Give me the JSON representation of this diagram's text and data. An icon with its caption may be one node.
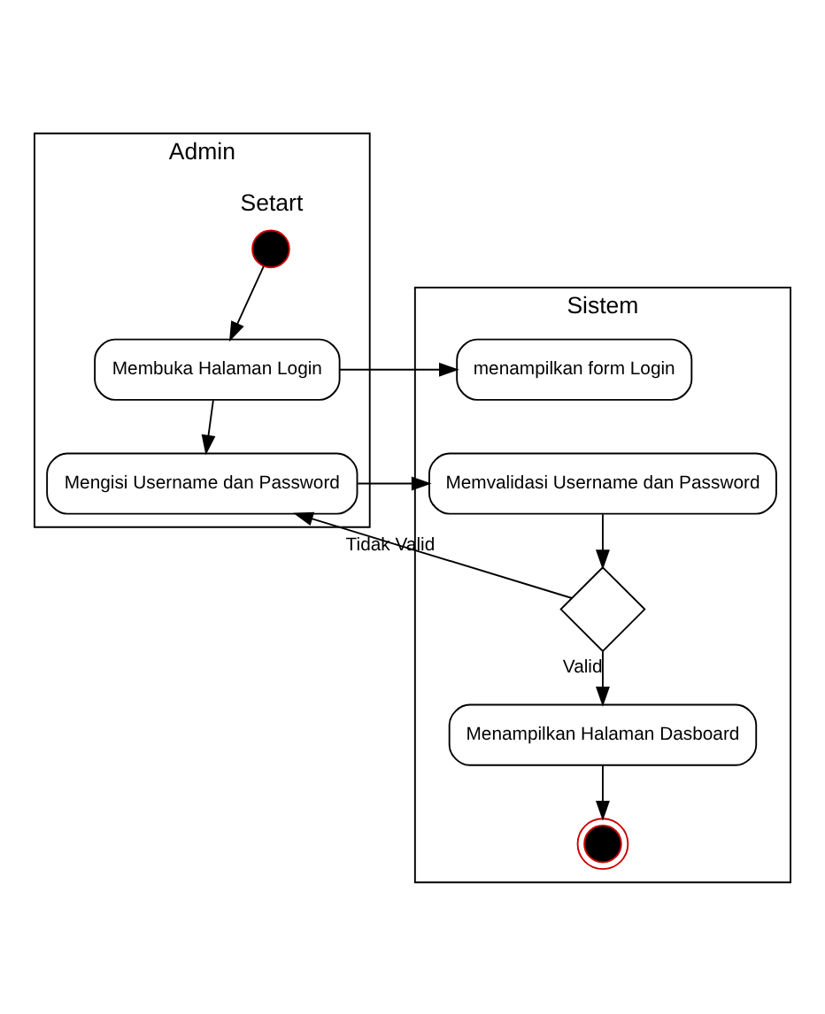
{
  "diagram": {
    "nodes": [
      {
        "text": [
          "Admin"
        ]
      },
      {
        "text": [
          "Sistem"
        ]
      },
      {
        "text": [],
        "shape": "circle",
        "beside": [
          "Setart"
        ],
        "in": 0
      },
      {
        "text": [
          "Membuka Halaman Login"
        ],
        "in": 0
      },
      {
        "text": [
          "menampilkan form Login"
        ],
        "in": 1
      },
      {
        "text": [
          "Mengisi Username dan Password"
        ],
        "in": 0
      },
      {
        "text": [
          "Memvalidasi Username dan Password"
        ],
        "in": 1
      },
      {
        "text": [],
        "shape": "diamond",
        "in": 1
      },
      {
        "text": [
          "Menampilkan Halaman Dasboard"
        ],
        "in": 1
      },
      {
        "text": [],
        "shape": "circle",
        "in": 1
      }
    ],
    "edges": [
      {
        "from": 2,
        "to": 3,
        "arrow": "to"
      },
      {
        "from": 3,
        "to": 4,
        "arrow": "to"
      },
      {
        "from": 3,
        "to": 5,
        "arrow": "to"
      },
      {
        "from": 5,
        "to": 6,
        "arrow": "to"
      },
      {
        "from": 6,
        "to": 7,
        "arrow": "to"
      },
      {
        "from": 7,
        "to": 5,
        "arrow": "to",
        "label": "Tidak Valid"
      },
      {
        "from": 7,
        "to": 8,
        "arrow": "to",
        "label": "Valid"
      },
      {
        "from": 8,
        "to": 9,
        "arrow": "to"
      }
    ]
  }
}
